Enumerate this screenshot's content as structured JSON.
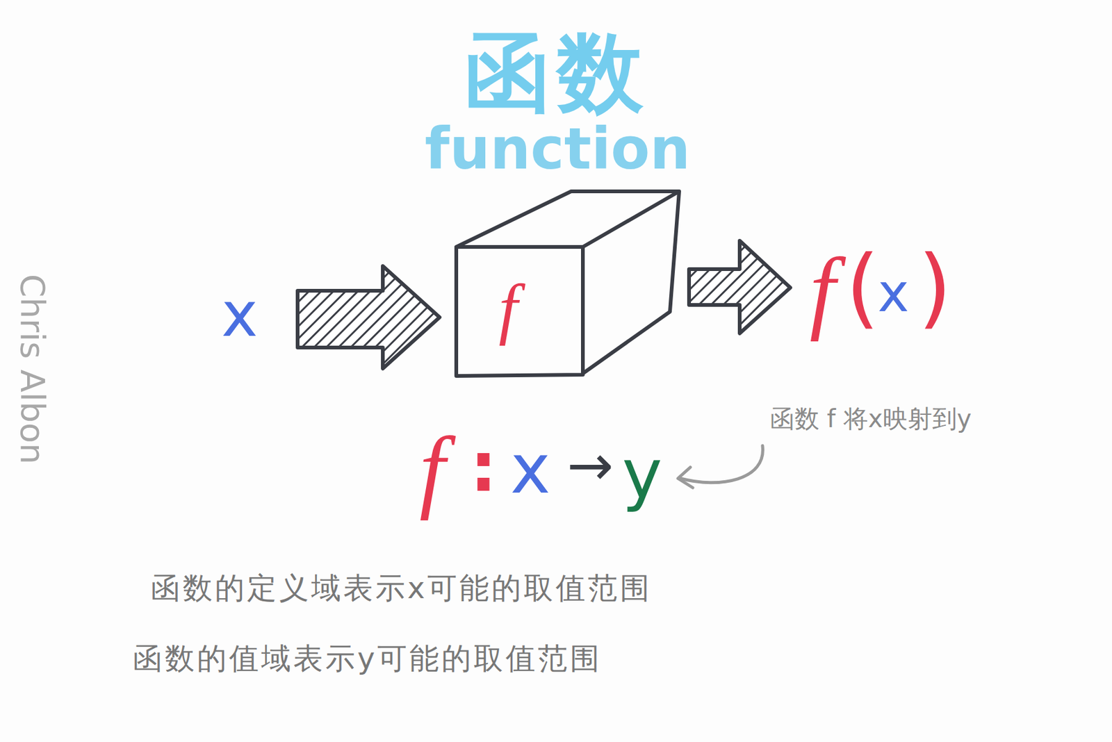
{
  "diagram": {
    "title": "函数",
    "nodes": [
      {
        "text": [
          "f"
        ]
      }
    ],
    "labels": [
      "function",
      "Chris Albon",
      "x",
      "f",
      "(",
      "x",
      ")",
      "函数 f 将x映射到y",
      "f",
      ":",
      "x",
      "→",
      "y",
      "函数的定义域表示x可能的取值范围",
      "函数的值域表示y可能的取值范围"
    ]
  }
}
